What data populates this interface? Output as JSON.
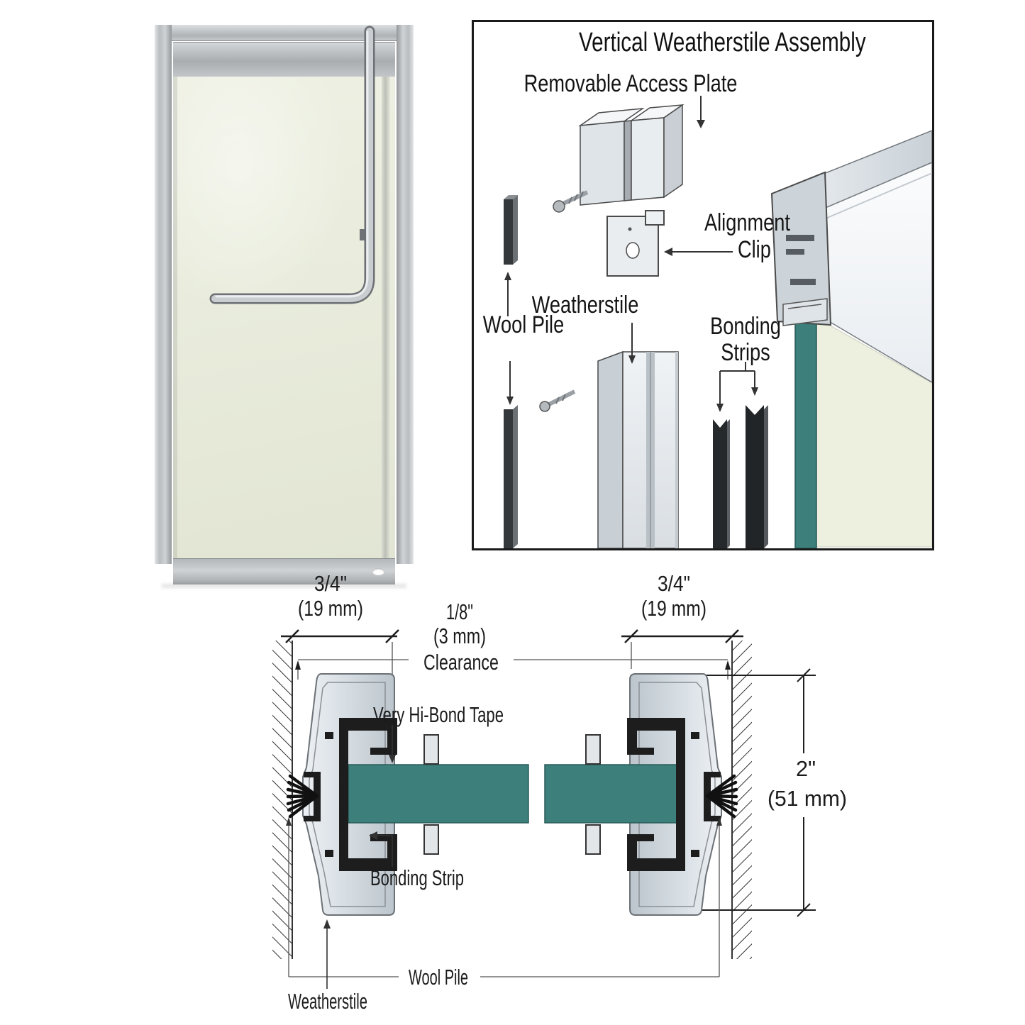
{
  "assembly_diagram": {
    "title": "Vertical Weatherstile Assembly",
    "labels": {
      "removable_access_plate": "Removable Access Plate",
      "alignment_line1": "Alignment",
      "alignment_line2": "Clip",
      "wool_pile": "Wool Pile",
      "weatherstile": "Weatherstile",
      "bonding_line1": "Bonding",
      "bonding_line2": "Strips"
    }
  },
  "cross_section": {
    "dimensions": {
      "left_in": "3/4\"",
      "left_mm": "(19 mm)",
      "center_in": "1/8\"",
      "center_mm": "(3 mm)",
      "clearance": "Clearance",
      "right_in": "3/4\"",
      "right_mm": "(19 mm)",
      "height_in": "2\"",
      "height_mm": "(51 mm)"
    },
    "labels": {
      "very_hi_bond_tape": "Very Hi-Bond Tape",
      "bonding_strip": "Bonding Strip",
      "wool_pile": "Wool Pile",
      "weatherstile": "Weatherstile"
    }
  },
  "colors": {
    "glass_teal": "#3c7f7b",
    "frosted_glass": "#e9ecdd",
    "aluminum_light": "#e8ecef",
    "aluminum_mid": "#c7ced4",
    "strip_black": "#1d1d1d"
  }
}
